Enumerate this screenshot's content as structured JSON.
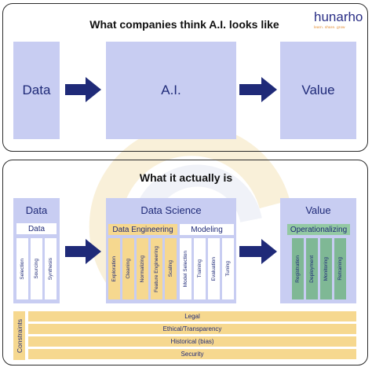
{
  "logo": {
    "text": "hunarho",
    "tagline": "learn. share. grow"
  },
  "top": {
    "title": "What companies think A.I. looks like",
    "boxes": [
      "Data",
      "A.I.",
      "Value"
    ]
  },
  "bottom": {
    "title": "What it actually is",
    "data_box": {
      "heading": "Data",
      "sub": "Data",
      "cols": [
        "Selection",
        "Sourcing",
        "Synthesis"
      ]
    },
    "ds_box": {
      "heading": "Data Science",
      "engineering": {
        "heading": "Data Engineering",
        "cols": [
          "Exploration",
          "Cleaning",
          "Normalizing",
          "Feature Engineering",
          "Scaling"
        ]
      },
      "modeling": {
        "heading": "Modeling",
        "cols": [
          "Model Selection",
          "Training",
          "Evaluation",
          "Tuning"
        ]
      }
    },
    "value_box": {
      "heading": "Value",
      "sub": "Operationalizing",
      "cols": [
        "Registration",
        "Deployment",
        "Monitoring",
        "Retraining"
      ]
    },
    "constraints": {
      "label": "Constraints",
      "items": [
        "Legal",
        "Ethical/Transparency",
        "Historical (bias)",
        "Security"
      ]
    }
  },
  "colors": {
    "lavender": "#c8cdf2",
    "arrow": "#1f2a78",
    "orange": "#f6d88f",
    "green": "#7fb895"
  }
}
